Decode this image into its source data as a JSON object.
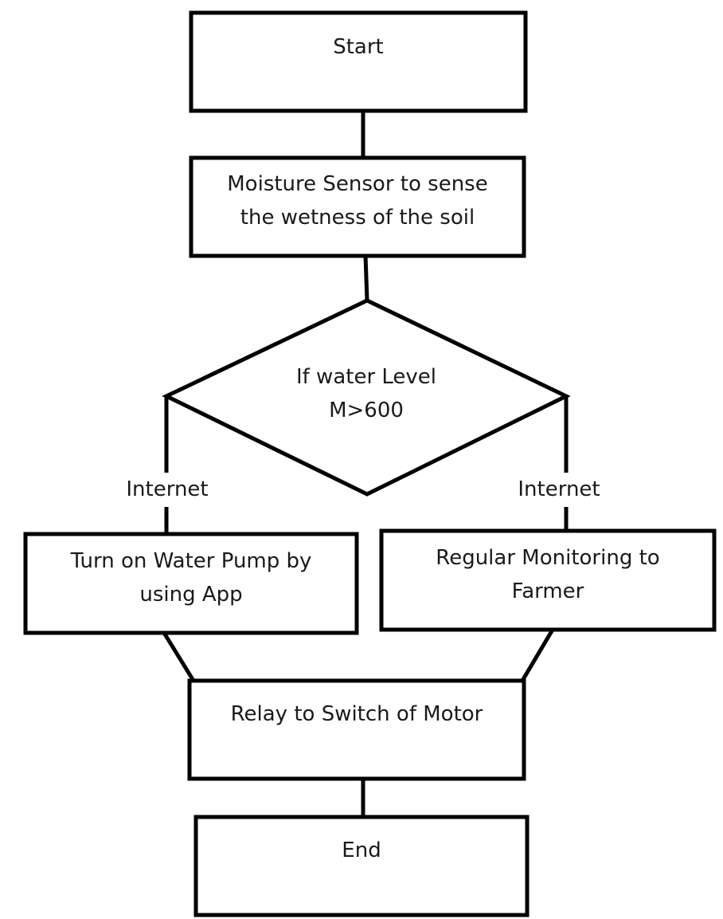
{
  "nodes": {
    "start": {
      "text": "Start"
    },
    "sensor": {
      "line1": "Moisture Sensor to sense",
      "line2": "the wetness of the soil"
    },
    "decision": {
      "line1": "If water Level",
      "line2": "M>600"
    },
    "pump": {
      "line1": "Turn on Water Pump by",
      "line2": "using App"
    },
    "monitor": {
      "line1": "Regular Monitoring to",
      "line2": "Farmer"
    },
    "relay": {
      "text": "Relay to Switch of Motor"
    },
    "end": {
      "text": "End"
    }
  },
  "edges": {
    "left_label": "Internet",
    "right_label": "Internet"
  }
}
